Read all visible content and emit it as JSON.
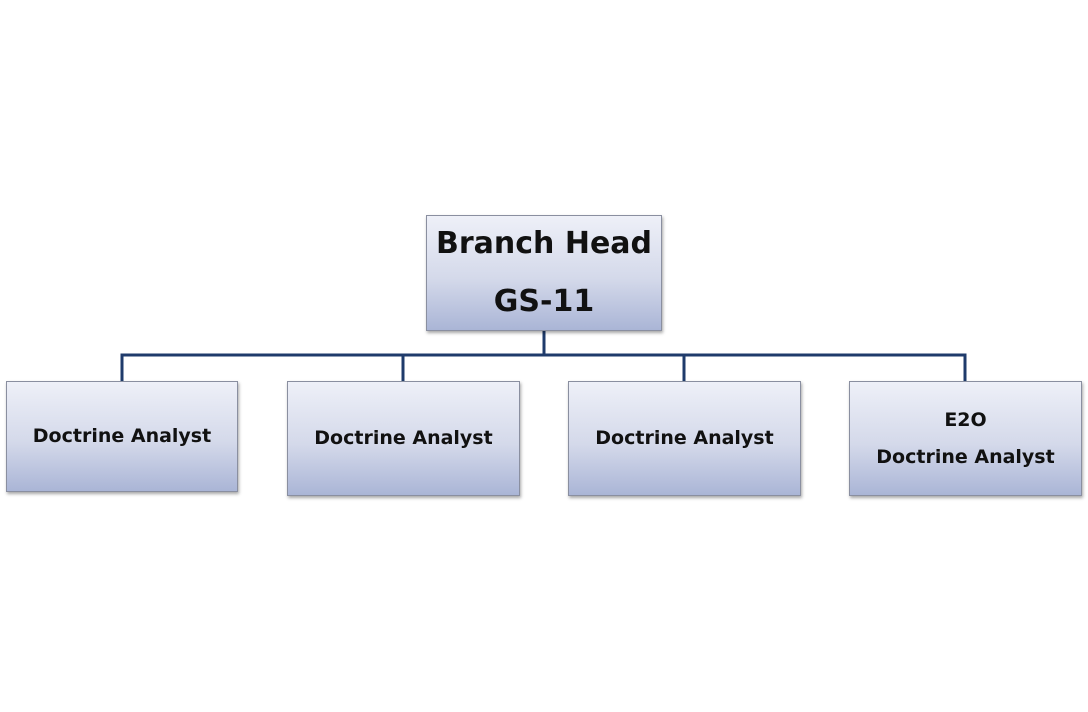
{
  "diagram": {
    "head": {
      "title": "Branch Head",
      "grade": "GS-11"
    },
    "children": [
      {
        "line1": "Doctrine Analyst"
      },
      {
        "line1": "Doctrine Analyst"
      },
      {
        "line1": "Doctrine Analyst"
      },
      {
        "line1": "E2O",
        "line2": "Doctrine Analyst"
      }
    ],
    "colors": {
      "connector": "#1f3b6b",
      "box_top": "#eef0f8",
      "box_bottom": "#aab5d6"
    }
  }
}
